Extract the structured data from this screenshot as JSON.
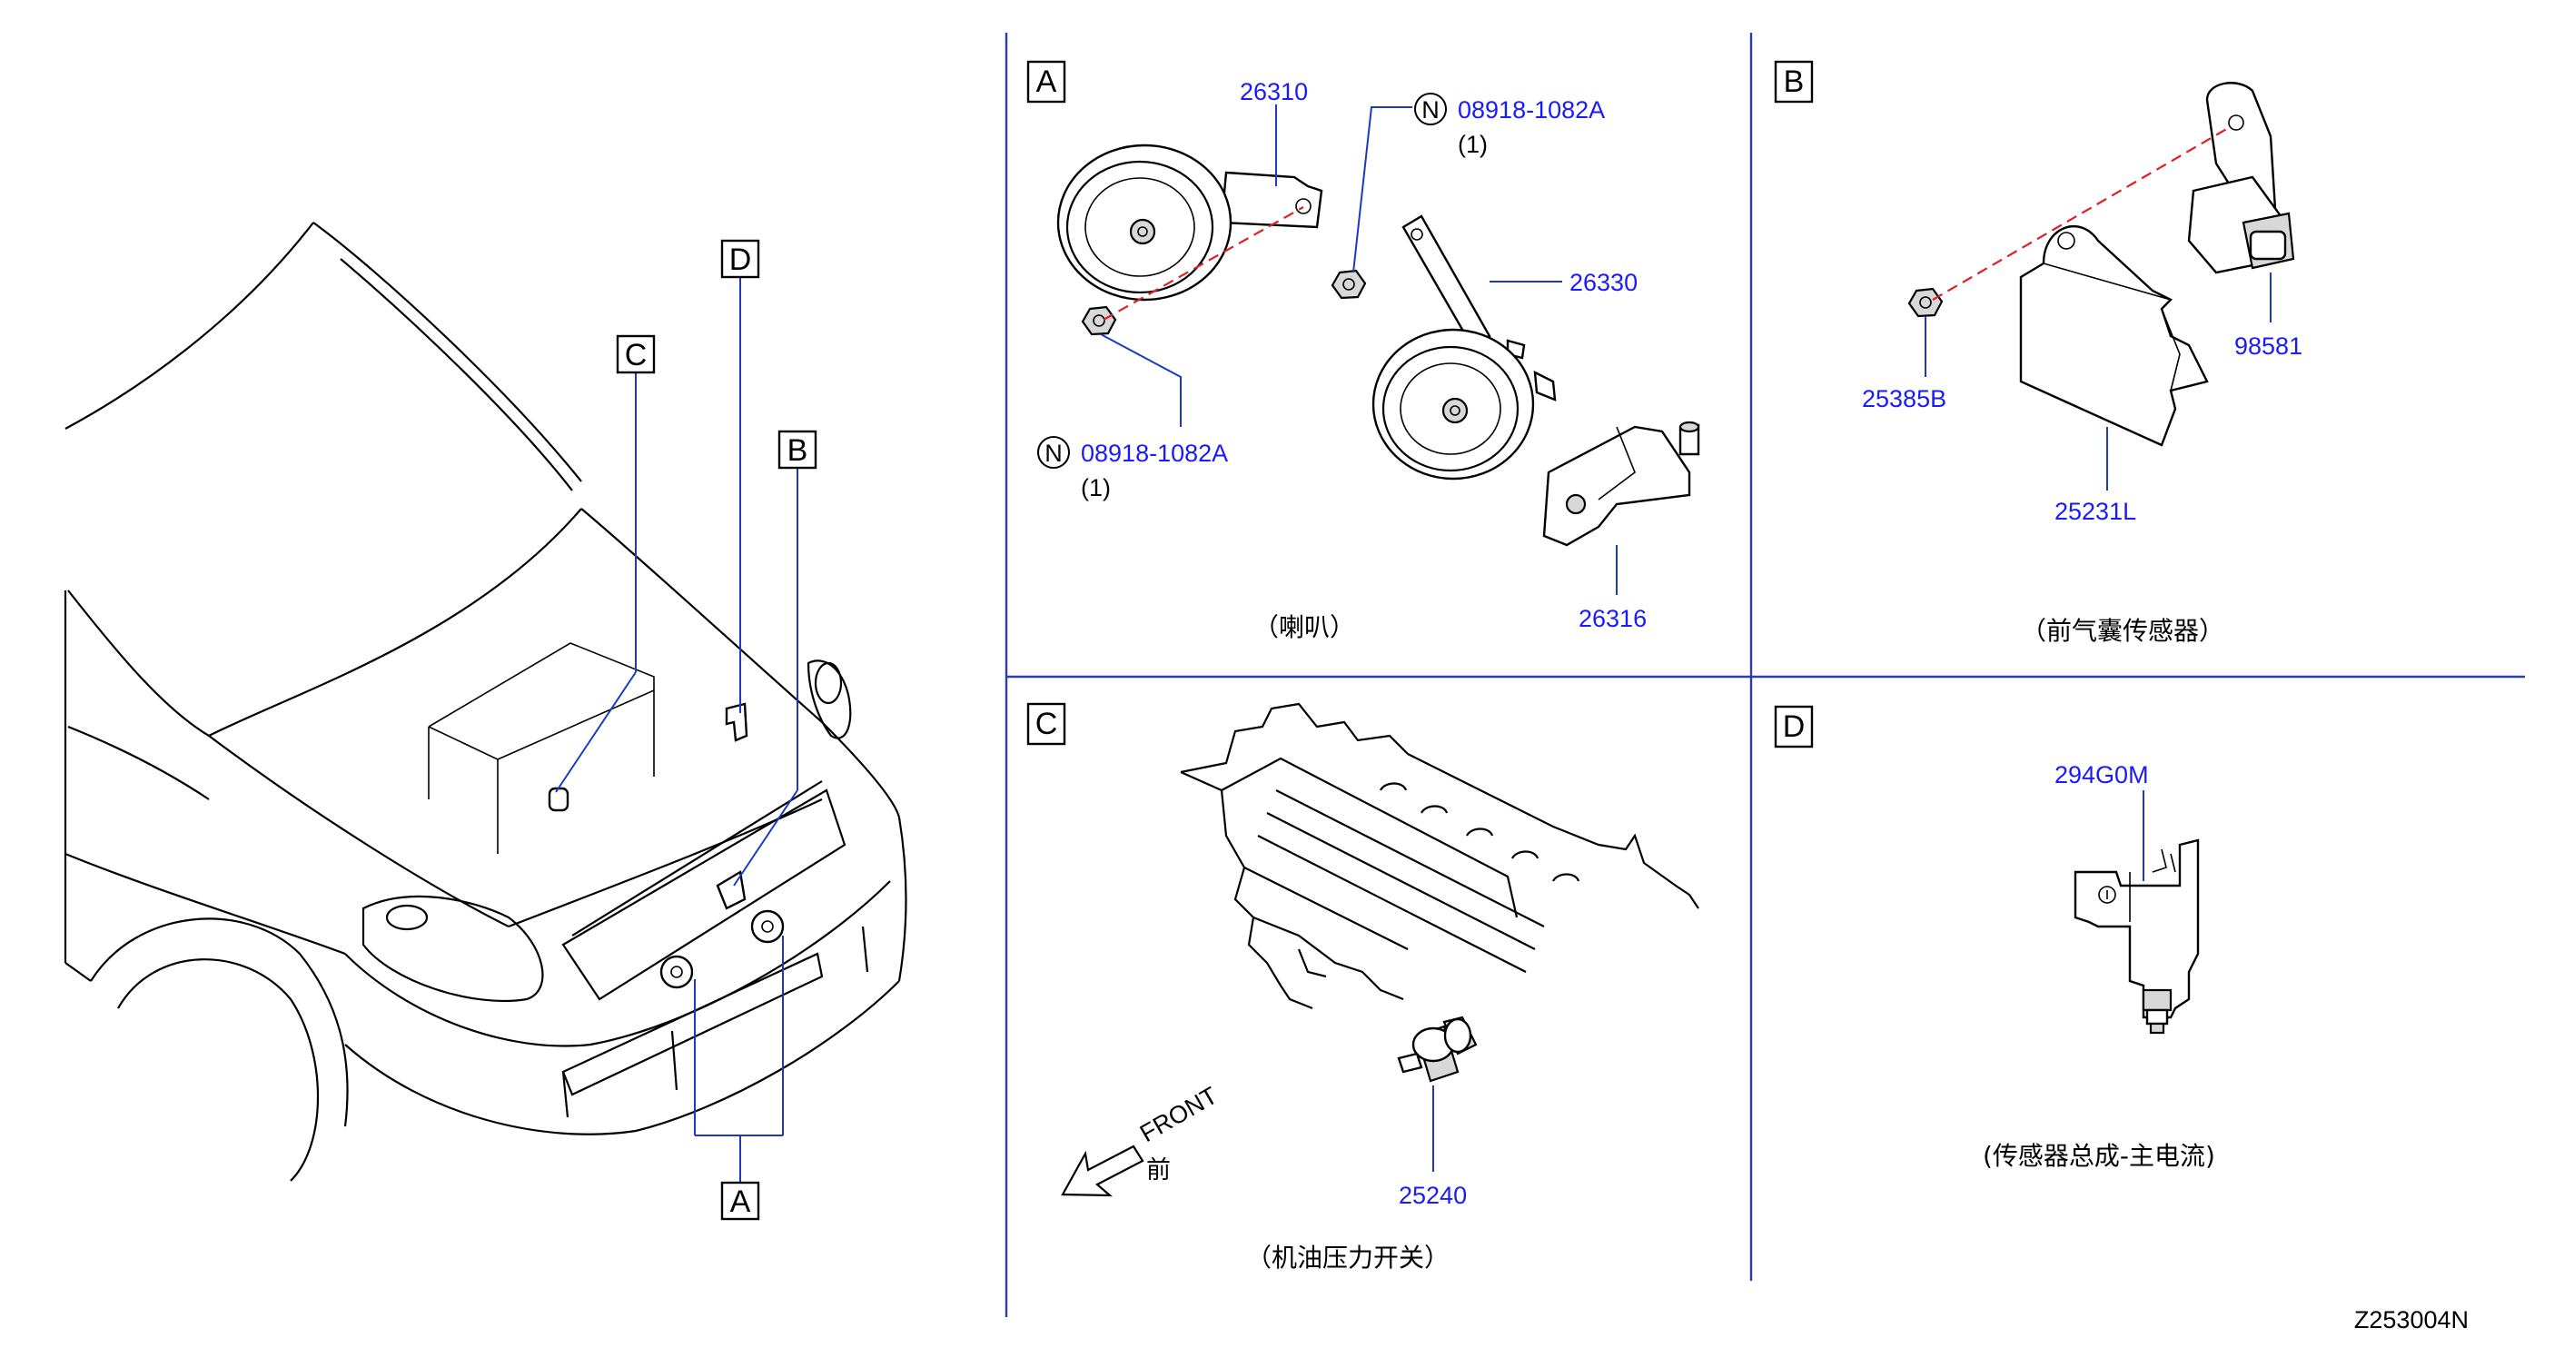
{
  "diagram_id": "Z253004N",
  "sections": [
    {
      "letter": "A",
      "caption": "（喇叭）"
    },
    {
      "letter": "B",
      "caption": "（前气囊传感器）"
    },
    {
      "letter": "C",
      "caption": "（机油压力开关）"
    },
    {
      "letter": "D",
      "caption": "(传感器总成-主电流)"
    }
  ],
  "overview_callouts": [
    "A",
    "B",
    "C",
    "D"
  ],
  "parts_a": {
    "horn1": "26310",
    "horn2": "26330",
    "bracket": "26316",
    "nut_top": "08918-1082A",
    "nut_top_qty": "(1)",
    "nut_bottom": "08918-1082A",
    "nut_bottom_qty": "(1)",
    "n_symbol": "N"
  },
  "parts_b": {
    "nut": "25385B",
    "bracket": "25231L",
    "sensor": "98581"
  },
  "parts_c": {
    "switch": "25240",
    "front_en": "FRONT",
    "front_zh": "前"
  },
  "parts_d": {
    "sensor": "294G0M"
  },
  "colors": {
    "part_number": "#1a1aff",
    "divider": "#2a3cb0",
    "alignment_dash": "#e02020"
  }
}
